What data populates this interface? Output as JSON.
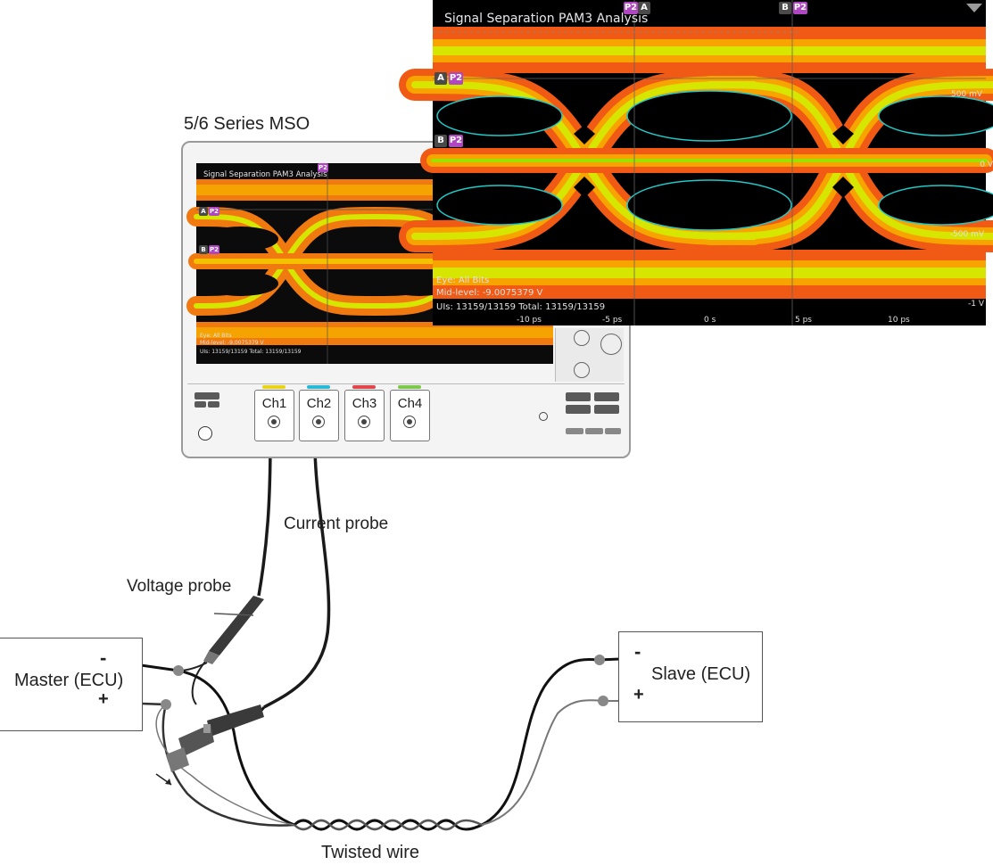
{
  "oscilloscope": {
    "model_label": "5/6 Series MSO"
  },
  "screen": {
    "title": "Signal Separation PAM3 Analysis",
    "tag_p2": "P2",
    "tag_a": "A",
    "tag_b": "B",
    "eye_label": "Eye:  All Bits",
    "midlevel_label": "Mid-level:  -9.0075379 V",
    "uis_label": "UIs:   13159/13159   Total:   13159/13159",
    "y_ticks": [
      "500 mV",
      "0 V",
      "-500 mV",
      "-1 V"
    ],
    "x_ticks": [
      "-10 ps",
      "-5 ps",
      "0 s",
      "5 ps",
      "10 ps"
    ],
    "colors": {
      "background": "#000000",
      "hot": "#f05a14",
      "warm": "#f7a400",
      "mid": "#d6e600",
      "cool": "#2fd67a",
      "edge": "#20c8c8",
      "tag": "#b146c2"
    }
  },
  "channels": [
    {
      "label": "Ch1",
      "color": "#e8d21a"
    },
    {
      "label": "Ch2",
      "color": "#2ab8d8"
    },
    {
      "label": "Ch3",
      "color": "#e2454a"
    },
    {
      "label": "Ch4",
      "color": "#7cc84a"
    }
  ],
  "labels": {
    "current_probe": "Current probe",
    "voltage_probe": "Voltage probe",
    "master": "Master (ECU)",
    "slave": "Slave (ECU)",
    "minus": "-",
    "plus": "+",
    "twisted_wire": "Twisted wire"
  }
}
